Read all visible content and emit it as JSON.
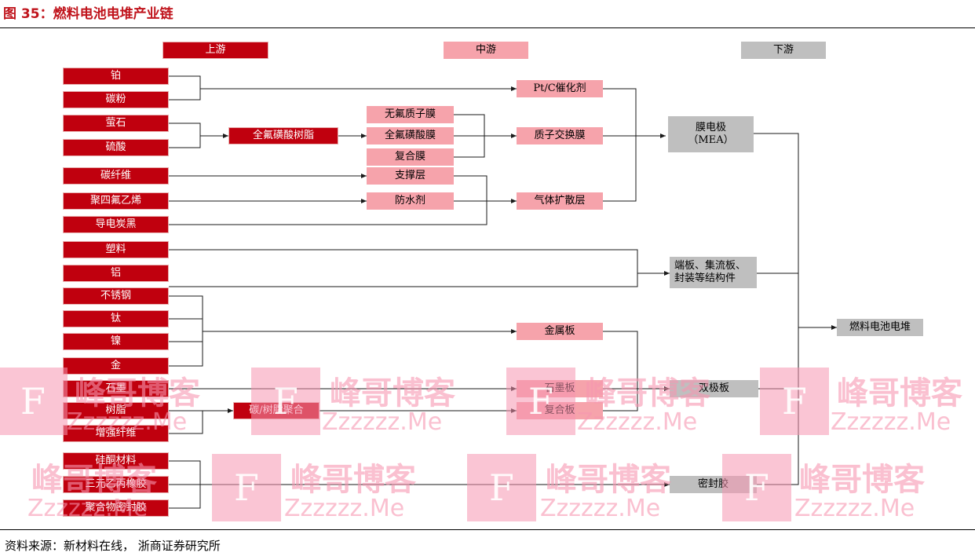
{
  "figure": {
    "title": "图 35：燃料电池电堆产业链",
    "source": "资料来源：新材料在线， 浙商证券研究所"
  },
  "headers": {
    "upstream": "上游",
    "midstream": "中游",
    "downstream": "下游"
  },
  "upstream": {
    "platinum": "铂",
    "carbon_powder": "碳粉",
    "fluorite": "萤石",
    "sulfuric_acid": "硫酸",
    "carbon_fiber": "碳纤维",
    "ptfe": "聚四氟乙烯",
    "conductive_carbon_black": "导电炭黑",
    "plastic": "塑料",
    "aluminum": "铝",
    "stainless_steel": "不锈钢",
    "titanium": "钛",
    "nickel": "镍",
    "gold": "金",
    "graphite": "石墨",
    "resin": "树脂",
    "reinforced_fiber": "增强纤维",
    "silicone": "硅酮材料",
    "epdm": "三元乙丙橡胶",
    "polymer_sealant": "聚合物密封胶",
    "pfsa_resin": "全氟磺酸树脂",
    "carbon_resin_composite": "碳/树脂聚合"
  },
  "midstream": {
    "fluorine_free_membrane": "无氟质子膜",
    "perfluoro_sulfonic_membrane": "全氟磺酸膜",
    "composite_membrane": "复合膜",
    "support_layer": "支撑层",
    "waterproof_agent": "防水剂",
    "pt_c_catalyst": "Pt/C催化剂",
    "proton_exchange_membrane": "质子交换膜",
    "gas_diffusion_layer": "气体扩散层",
    "metal_plate": "金属板",
    "graphite_plate": "石墨板",
    "composite_plate": "复合板"
  },
  "downstream": {
    "mea_line1": "膜电极",
    "mea_line2": "（MEA）",
    "end_plate_line1": "端板、集流板、",
    "end_plate_line2": "封装等结构件",
    "bipolar_plate": "双极板",
    "sealant": "密封胶",
    "fuel_cell_stack": "燃料电池电堆"
  },
  "watermark": {
    "brand": "峰哥博客",
    "site": "Zzzzzz.Me",
    "letter": "F"
  },
  "colors": {
    "upstream": "#c0000e",
    "midstream": "#f6a3ab",
    "downstream": "#bfbfbf",
    "title": "#c0141c"
  }
}
